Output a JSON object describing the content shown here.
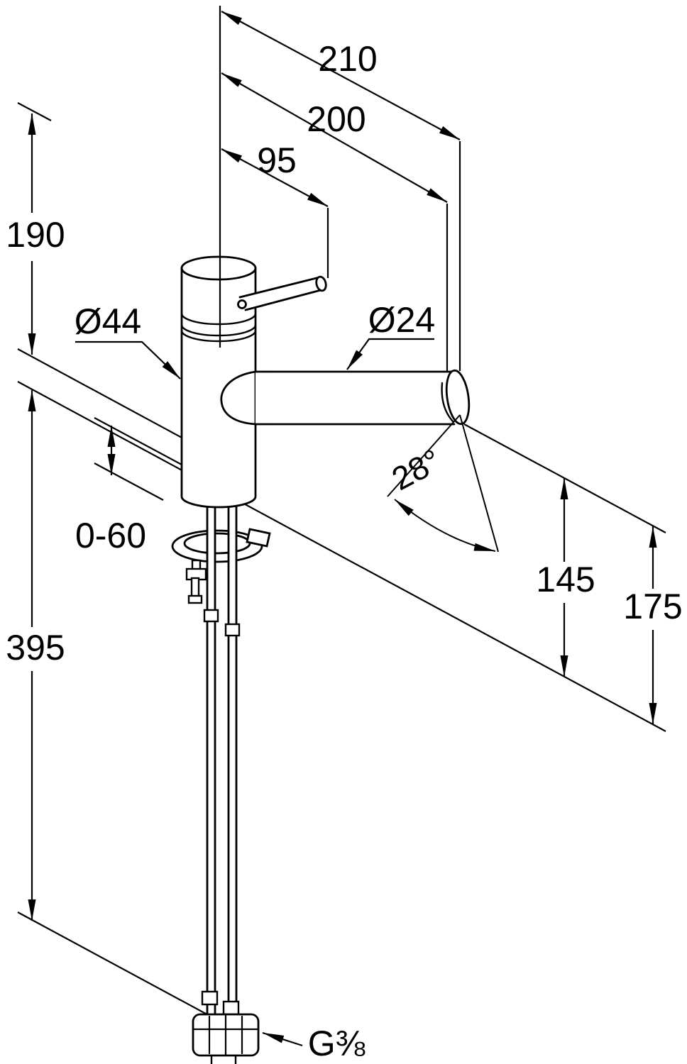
{
  "drawing": {
    "background": "#ffffff",
    "line_color": "#000000",
    "labels": {
      "dim_210": "210",
      "dim_200": "200",
      "dim_95": "95",
      "dim_190": "190",
      "dim_395": "395",
      "dia_body": "Ø44",
      "dia_spout": "Ø24",
      "angle": "28°",
      "dim_0_60": "0-60",
      "dim_145": "145",
      "dim_175": "175",
      "thread": "G⅜"
    }
  }
}
